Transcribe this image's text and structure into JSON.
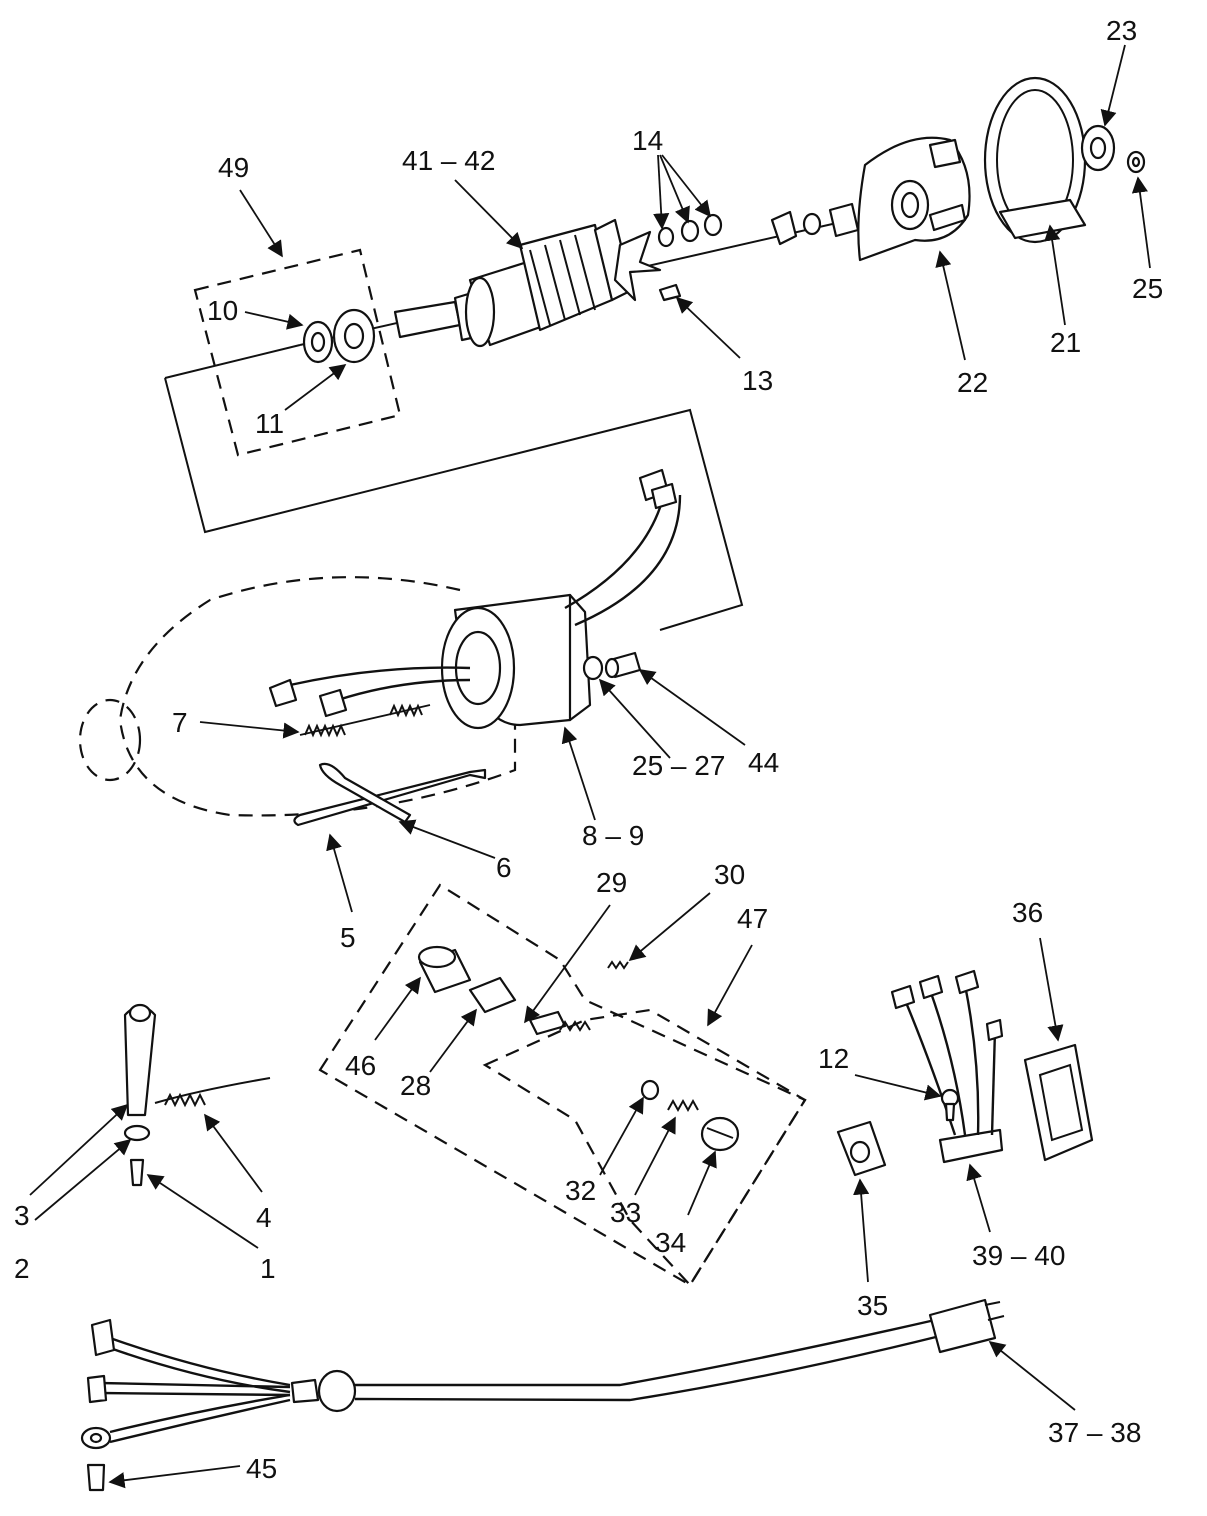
{
  "labels": {
    "l1": "1",
    "l2": "2",
    "l3": "3",
    "l4": "4",
    "l5": "5",
    "l6": "6",
    "l7": "7",
    "l8_9": "8 – 9",
    "l10": "10",
    "l11": "11",
    "l12": "12",
    "l13": "13",
    "l14": "14",
    "l21": "21",
    "l22": "22",
    "l23": "23",
    "l25": "25",
    "l25_27": "25 – 27",
    "l28": "28",
    "l29": "29",
    "l30": "30",
    "l32": "32",
    "l33": "33",
    "l34": "34",
    "l35": "35",
    "l36": "36",
    "l37_38": "37 – 38",
    "l39_40": "39 – 40",
    "l41_42": "41 – 42",
    "l44": "44",
    "l45": "45",
    "l46": "46",
    "l47": "47",
    "l49": "49"
  }
}
